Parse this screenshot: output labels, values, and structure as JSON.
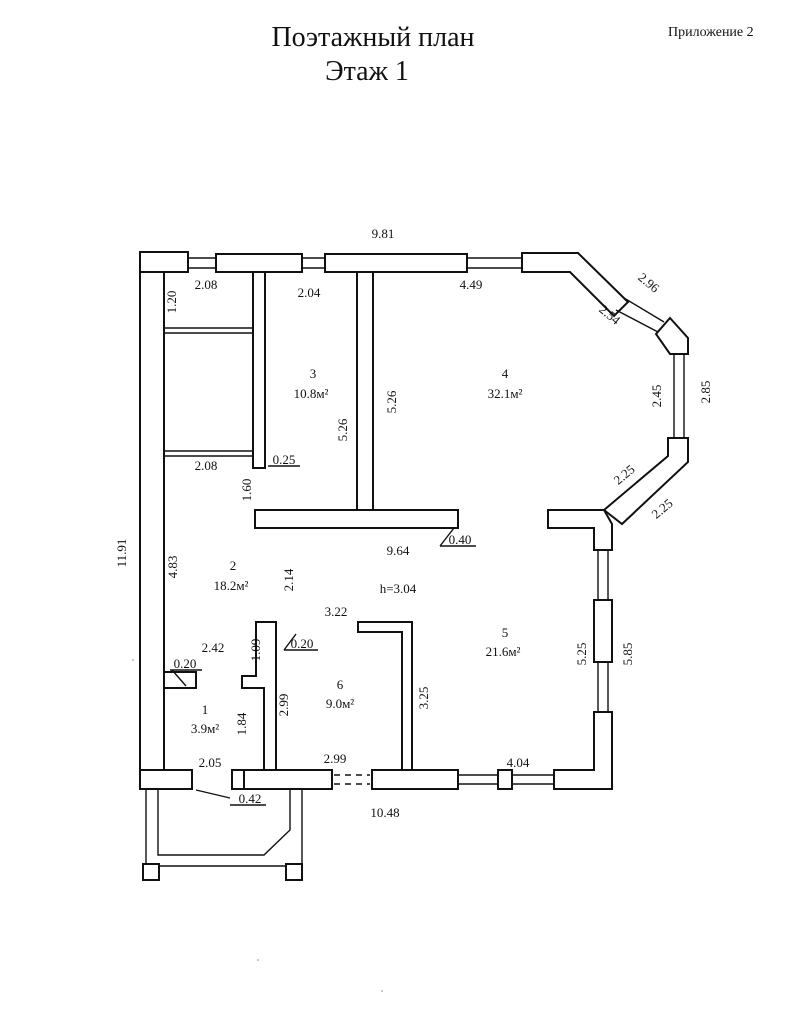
{
  "header": {
    "title": "Поэтажный план",
    "floor": "Этаж  1",
    "appendix": "Приложение   2"
  },
  "rooms": [
    {
      "num": "1",
      "area": "3.9м²"
    },
    {
      "num": "2",
      "area": "18.2м²"
    },
    {
      "num": "3",
      "area": "10.8м²"
    },
    {
      "num": "4",
      "area": "32.1м²"
    },
    {
      "num": "5",
      "area": "21.6м²"
    },
    {
      "num": "6",
      "area": "9.0м²"
    }
  ],
  "height": "h=3.04",
  "dims": {
    "top_total": "9.81",
    "left_total": "11.91",
    "bottom_total": "10.48",
    "d_208a": "2.08",
    "d_204": "2.04",
    "d_449": "4.49",
    "d_296": "2.96",
    "d_254": "2.54",
    "d_120": "1.20",
    "d_526a": "5.26",
    "d_526b": "5.26",
    "d_245": "2.45",
    "d_285": "2.85",
    "d_208b": "2.08",
    "d_025": "0.25",
    "d_225a": "2.25",
    "d_225b": "2.25",
    "d_160": "1.60",
    "d_964": "9.64",
    "d_040": "0.40",
    "d_483": "4.83",
    "d_214": "2.14",
    "d_322": "3.22",
    "d_242": "2.42",
    "d_109": "1.09",
    "d_020a": "0.20",
    "d_020b": "0.20",
    "d_525": "5.25",
    "d_585": "5.85",
    "d_299a": "2.99",
    "d_325": "3.25",
    "d_184": "1.84",
    "d_205": "2.05",
    "d_299b": "2.99",
    "d_404": "4.04",
    "d_042": "0.42"
  }
}
